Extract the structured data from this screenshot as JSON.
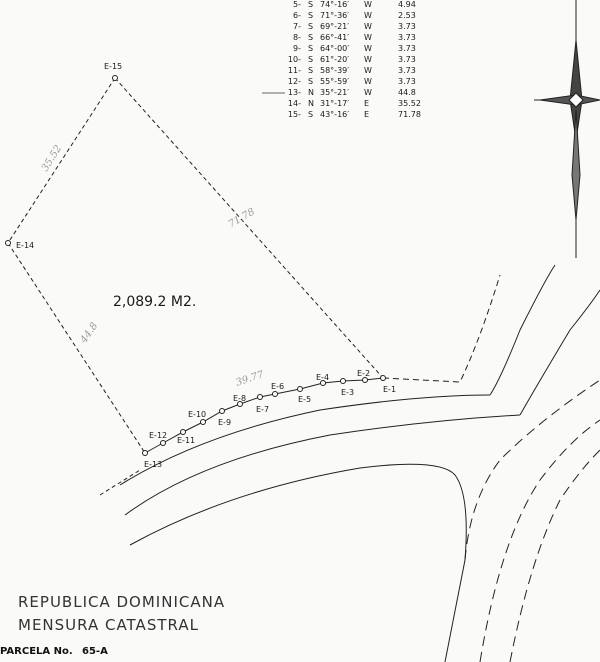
{
  "bearings": [
    {
      "no": "5-",
      "dir": "S",
      "angle": "74°-16′",
      "quad": "W",
      "dist": "4.94"
    },
    {
      "no": "6-",
      "dir": "S",
      "angle": "71°-36′",
      "quad": "W",
      "dist": "2.53"
    },
    {
      "no": "7-",
      "dir": "S",
      "angle": "69°-21′",
      "quad": "W",
      "dist": "3.73"
    },
    {
      "no": "8-",
      "dir": "S",
      "angle": "66°-41′",
      "quad": "W",
      "dist": "3.73"
    },
    {
      "no": "9-",
      "dir": "S",
      "angle": "64°-00′",
      "quad": "W",
      "dist": "3.73"
    },
    {
      "no": "10-",
      "dir": "S",
      "angle": "61°-20′",
      "quad": "W",
      "dist": "3.73"
    },
    {
      "no": "11-",
      "dir": "S",
      "angle": "58°-39′",
      "quad": "W",
      "dist": "3.73"
    },
    {
      "no": "12-",
      "dir": "S",
      "angle": "55°-59′",
      "quad": "W",
      "dist": "3.73"
    },
    {
      "no": "13-",
      "dir": "N",
      "angle": "35°-21′",
      "quad": "W",
      "dist": "44.8"
    },
    {
      "no": "14-",
      "dir": "N",
      "angle": "31°-17′",
      "quad": "E",
      "dist": "35.52"
    },
    {
      "no": "15-",
      "dir": "S",
      "angle": "43°-16′",
      "quad": "E",
      "dist": "71.78"
    }
  ],
  "points": {
    "E15": "E-15",
    "E14": "E-14",
    "E13": "E-13",
    "E12": "E-12",
    "E11": "E-11",
    "E10": "E-10",
    "E9": "E-9",
    "E8": "E-8",
    "E7": "E-7",
    "E6": "E-6",
    "E5": "E-5",
    "E4": "E-4",
    "E3": "E-3",
    "E2": "E-2",
    "E1": "E-1"
  },
  "area": "2,089.2  M2.",
  "pencil_notes": {
    "top_left": "35.52",
    "right": "71.78",
    "left": "44.8",
    "arc": "39.77"
  },
  "footer": {
    "line1": "REPUBLICA DOMINICANA",
    "line2": "MENSURA CATASTRAL",
    "parcela_label": "PARCELA No.",
    "parcela_value": "65-A"
  }
}
